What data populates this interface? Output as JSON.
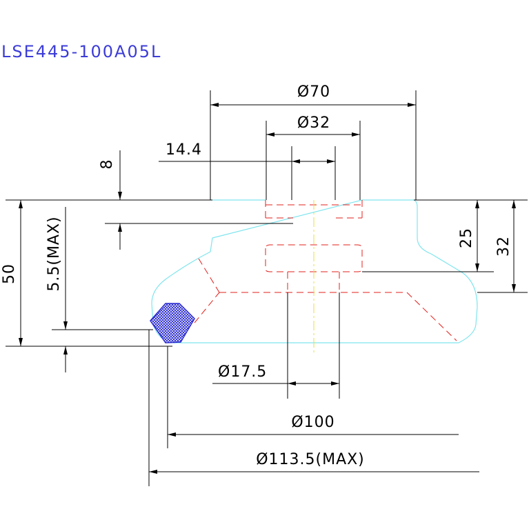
{
  "title": "LSE445-100A05L",
  "colors": {
    "title": "#3c3cd8",
    "outline": "#7fe5ee",
    "hidden": "#e0201c",
    "centerline": "#e8e03a",
    "dimension": "#000000",
    "hatch": "#2a2ad0"
  },
  "dimensions": {
    "d70": "Ø70",
    "d32": "Ø32",
    "d14_4": "14.4",
    "d8": "8",
    "d50": "50",
    "d5_5max": "5.5(MAX)",
    "d25": "25",
    "d32_height": "32",
    "d17_5": "Ø17.5",
    "d100": "Ø100",
    "d113_5max": "Ø113.5(MAX)"
  }
}
